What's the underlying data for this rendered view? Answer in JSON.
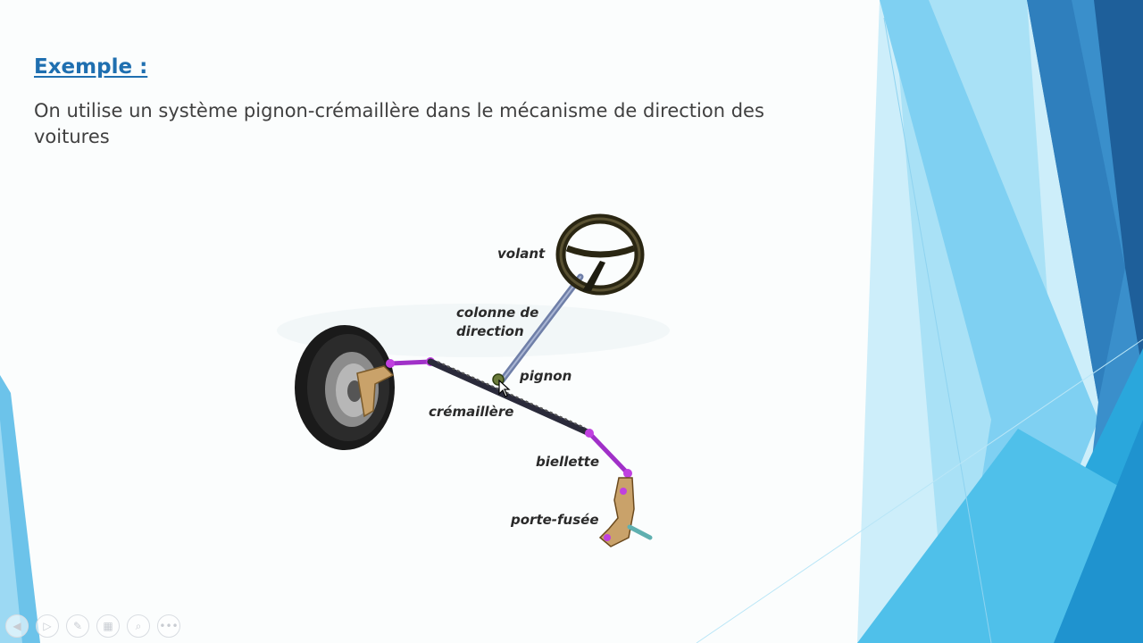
{
  "slide": {
    "title": "Exemple :",
    "body": "On utilise un système pignon-crémaillère dans le mécanisme de direction des voitures"
  },
  "figure": {
    "labels": {
      "volant": "volant",
      "colonne_line1": "colonne de",
      "colonne_line2": "direction",
      "pignon": "pignon",
      "cremaillere": "crémaillère",
      "biellette": "biellette",
      "porte_fusee": "porte-fusée"
    }
  },
  "toolbar": {
    "buttons": [
      {
        "icon": "previous-icon",
        "glyph": "◀"
      },
      {
        "icon": "next-icon",
        "glyph": "▷"
      },
      {
        "icon": "pen-icon",
        "glyph": "✎"
      },
      {
        "icon": "slides-icon",
        "glyph": "▦"
      },
      {
        "icon": "zoom-icon",
        "glyph": "⌕"
      },
      {
        "icon": "more-icon",
        "glyph": "•••"
      }
    ]
  },
  "colors": {
    "title": "#1f6fb0",
    "text": "#404040",
    "accent_blue": "#29a3dc",
    "dark_blue": "#1b6aa8",
    "light_blue": "#8fd3f0"
  }
}
